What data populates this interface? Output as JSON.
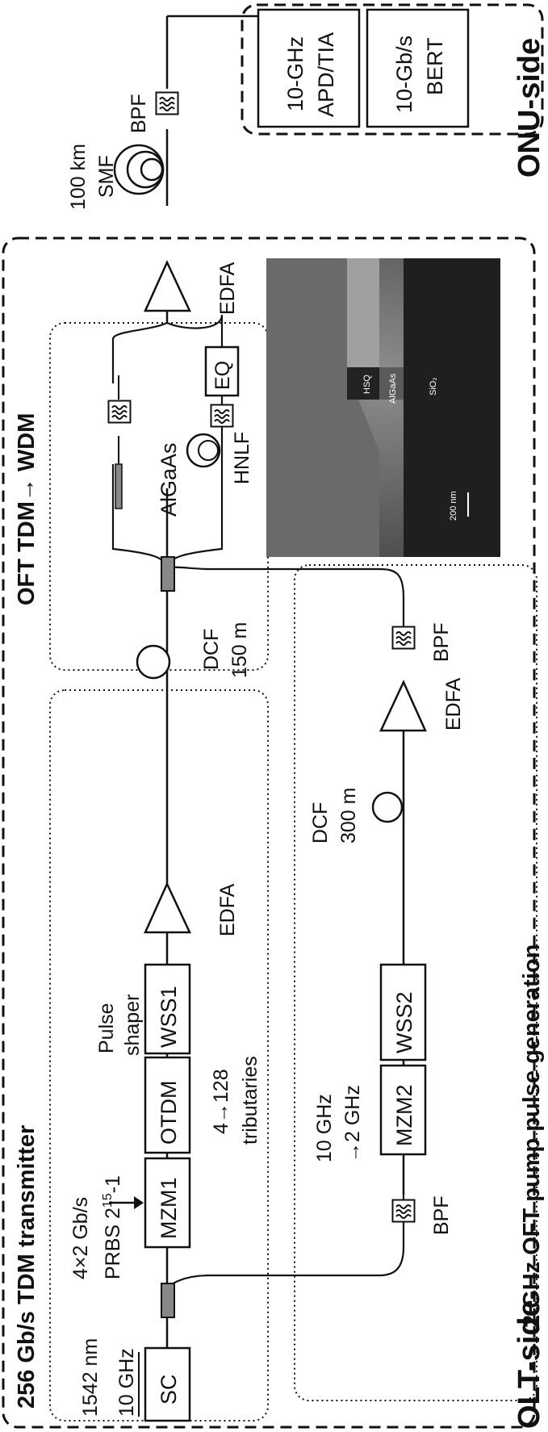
{
  "olt_label": "OLT-side",
  "onu_label": "ONU-side",
  "tdm_tx": {
    "title": "256 Gb/s TDM transmitter",
    "source_wavelength": "1542 nm",
    "source_rate": "10 GHz",
    "sc": "SC",
    "data_rate": "4×2 Gb/s",
    "prbs": "PRBS 2",
    "prbs_exp": "15",
    "prbs_tail": "-1",
    "mzm1": "MZM1",
    "otdm": "OTDM",
    "wss1": "WSS1",
    "tributaries_1": "4→128",
    "tributaries_2": "tributaries",
    "pulse_1": "Pulse",
    "pulse_2": "shaper",
    "edfa": "EDFA"
  },
  "pump": {
    "title": "2 GHz OFT pump pulse generation",
    "bpf_in": "BPF",
    "rate_1": "10 GHz",
    "rate_2": "→2 GHz",
    "mzm2": "MZM2",
    "wss2": "WSS2",
    "dcf_1": "DCF",
    "dcf_2": "300 m",
    "edfa": "EDFA",
    "bpf_out": "BPF"
  },
  "oft": {
    "title": "OFT TDM→ WDM",
    "dcf_1": "DCF",
    "dcf_2": "150 m",
    "algaas": "AlGaAs",
    "hnlf": "HNLF",
    "eq": "EQ",
    "edfa": "EDFA"
  },
  "sem": {
    "hsq": "HSQ",
    "algaas": "AlGaAs",
    "sio2": "SiO₂",
    "scale": "200 nm"
  },
  "link": {
    "smf_1": "100 km",
    "smf_2": "SMF",
    "bpf": "BPF"
  },
  "onu": {
    "apd_1": "10-GHz",
    "apd_2": "APD/TIA",
    "bert_1": "10-Gb/s",
    "bert_2": "BERT"
  }
}
